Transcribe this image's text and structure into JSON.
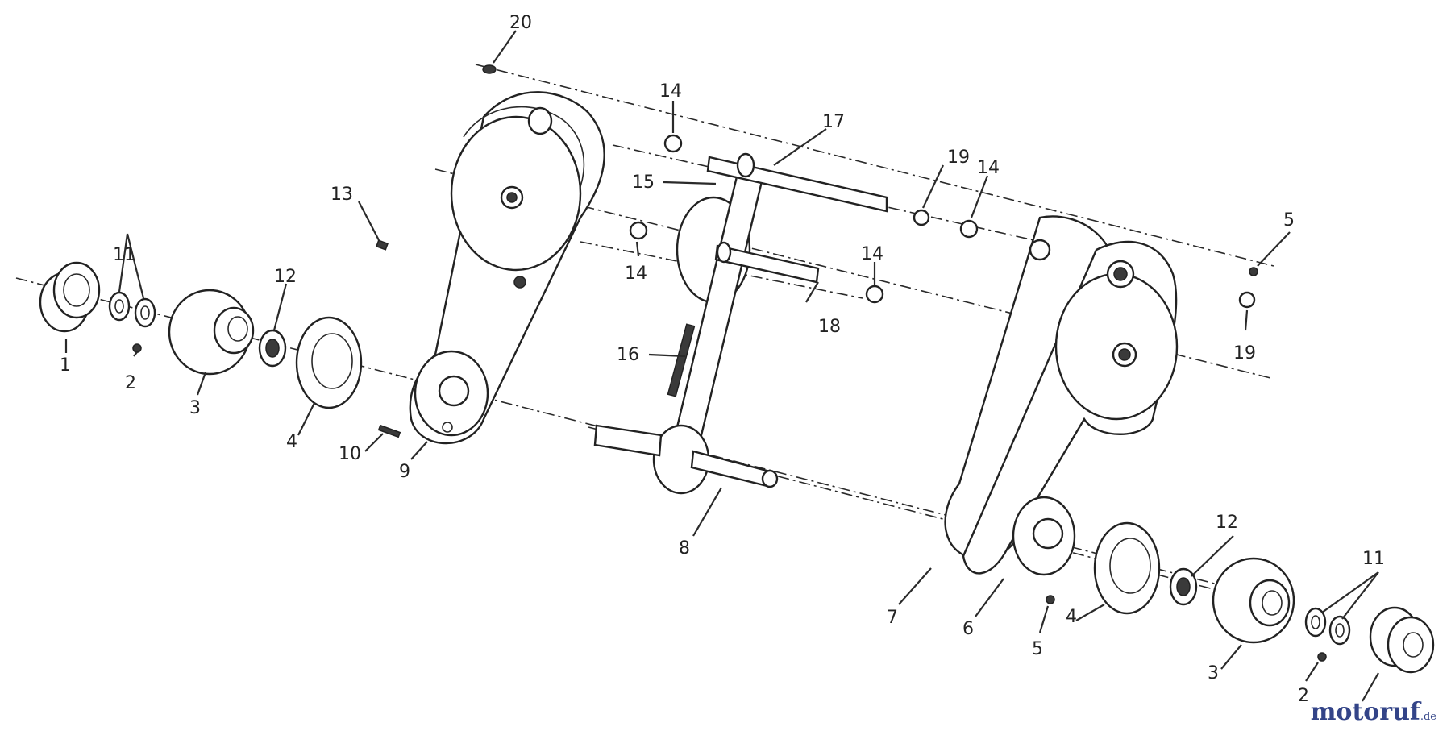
{
  "callouts": {
    "c1": "1",
    "c2a": "2",
    "c2b": "2",
    "c3a": "3",
    "c3b": "3",
    "c4a": "4",
    "c4b": "4",
    "c5a": "5",
    "c5b": "5",
    "c6": "6",
    "c7": "7",
    "c8": "8",
    "c9": "9",
    "c10": "10",
    "c11a": "11",
    "c11b": "11",
    "c12a": "12",
    "c12b": "12",
    "c13": "13",
    "c14a": "14",
    "c14b": "14",
    "c14c": "14",
    "c14d": "14",
    "c15": "15",
    "c16": "16",
    "c17": "17",
    "c18": "18",
    "c19a": "19",
    "c19b": "19",
    "c20": "20"
  },
  "watermark": {
    "main": "motoruf",
    "suffix": ".de"
  },
  "colors": {
    "ink": "#222222",
    "watermark_o": "#cc2222",
    "watermark_text": "#334488"
  }
}
